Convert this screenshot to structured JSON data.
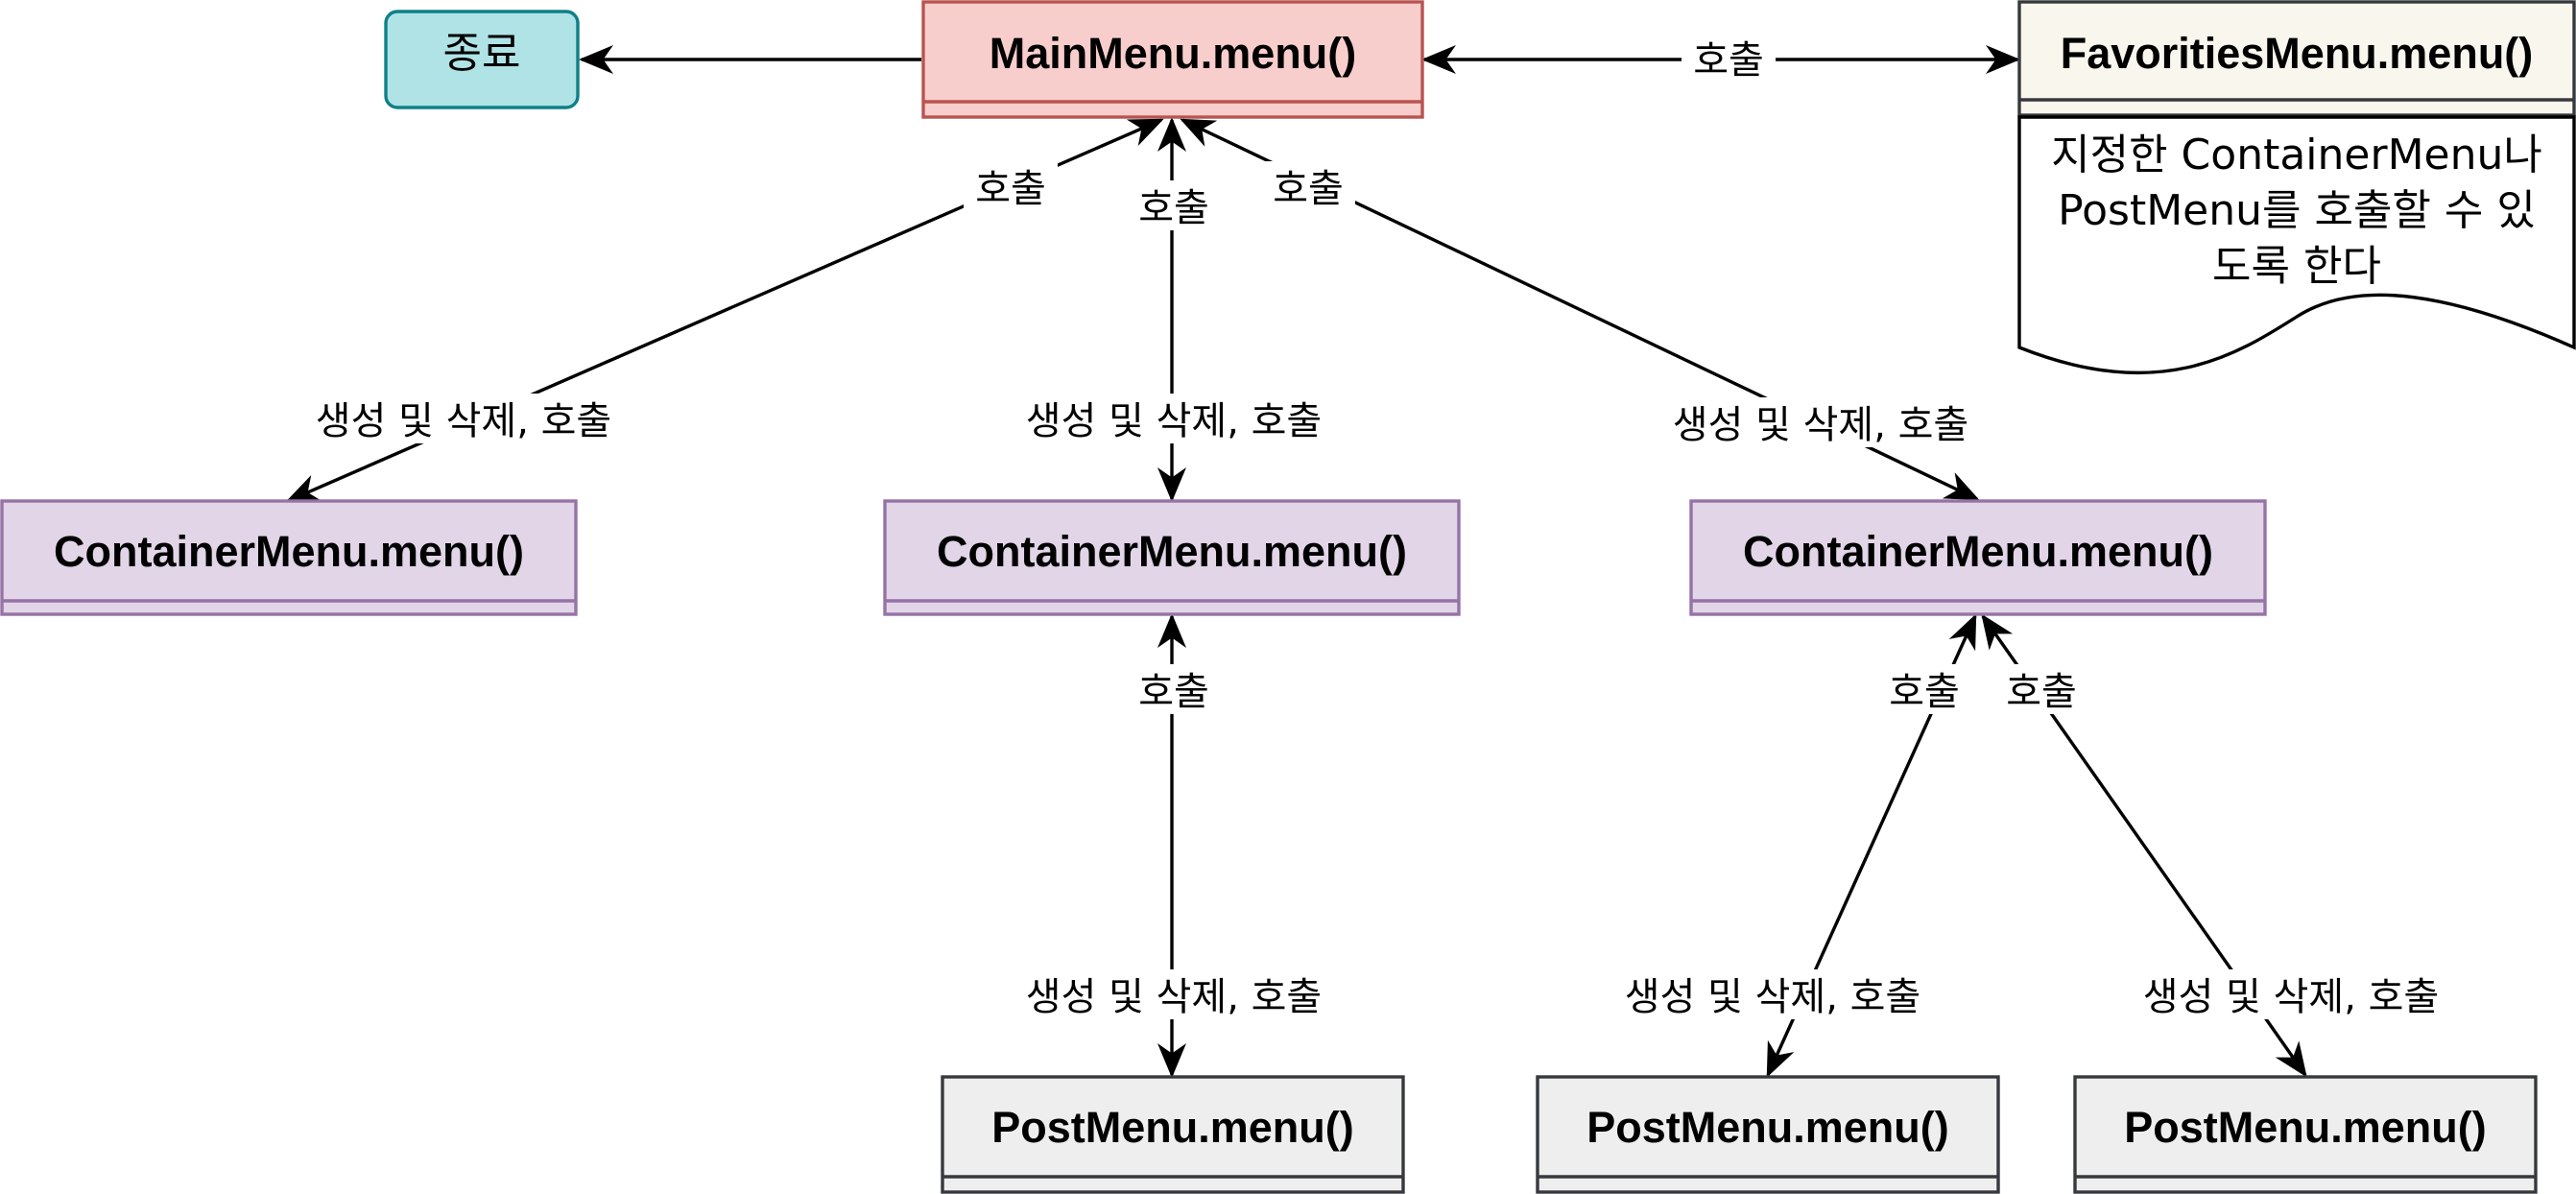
{
  "nodes": {
    "exit": {
      "label": "종료",
      "fill": "#b0e3e6",
      "stroke": "#0e8088"
    },
    "main_menu": {
      "label": "MainMenu.menu()",
      "fill": "#f8cecc",
      "stroke": "#b85450"
    },
    "favorites_menu": {
      "label": "FavoritiesMenu.menu()",
      "fill": "#f9f7ed",
      "stroke": "#36393d",
      "note_lines": [
        "지정한 ContainerMenu나",
        "PostMenu를 호출할 수 있",
        "도록 한다"
      ]
    },
    "container_menus": [
      {
        "label": "ContainerMenu.menu()"
      },
      {
        "label": "ContainerMenu.menu()"
      },
      {
        "label": "ContainerMenu.menu()"
      }
    ],
    "post_menus": [
      {
        "label": "PostMenu.menu()"
      },
      {
        "label": "PostMenu.menu()"
      },
      {
        "label": "PostMenu.menu()"
      }
    ]
  },
  "colors": {
    "container_fill": "#e1d5e7",
    "container_stroke": "#9673a6",
    "post_fill": "#eeeeee",
    "post_stroke": "#36393d"
  },
  "edge_labels": {
    "main_favorites": "호출",
    "container1_call": "호출",
    "container1_create": "생성 및 삭제, 호출",
    "container2_call": "호출",
    "container2_create": "생성 및 삭제, 호출",
    "container3_call": "호출",
    "container3_create": "생성 및 삭제, 호출",
    "post1_call": "호출",
    "post1_create": "생성 및 삭제, 호출",
    "post2_call": "호출",
    "post2_create": "생성 및 삭제, 호출",
    "post3_call": "호출",
    "post3_create": "생성 및 삭제, 호출"
  }
}
